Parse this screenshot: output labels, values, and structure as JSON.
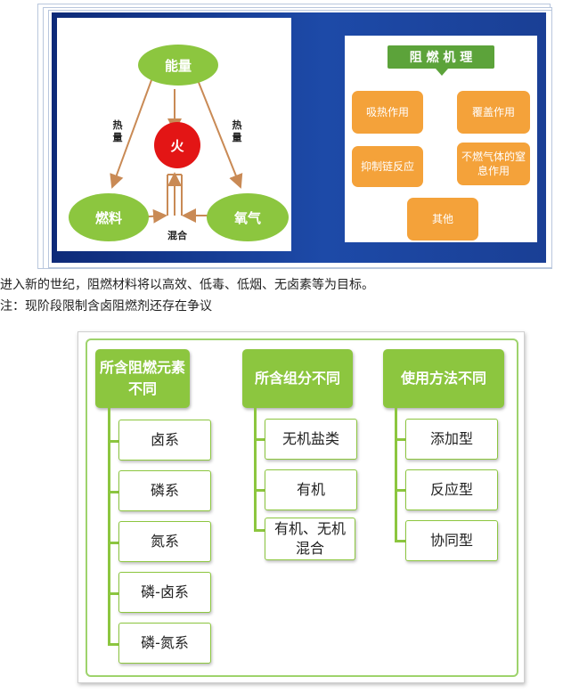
{
  "fire_triangle": {
    "energy": "能量",
    "fire": "火",
    "fuel": "燃料",
    "oxygen": "氧气",
    "heat_left": "热量",
    "heat_right": "热量",
    "mix": "混合"
  },
  "mechanism": {
    "title": "阻 燃 机 理",
    "items": [
      "吸热作用",
      "覆盖作用",
      "抑制链反应",
      "不燃气体的窒息作用",
      "其他"
    ]
  },
  "captions": [
    "进入新的世纪，阻燃材料将以高效、低毒、低烟、无卤素等为目标。",
    "注：现阶段限制含卤阻燃剂还存在争议"
  ],
  "classification": {
    "columns": [
      {
        "header": "所含阻燃元素不同",
        "items": [
          "卤系",
          "磷系",
          "氮系",
          "磷-卤系",
          "磷-氮系"
        ]
      },
      {
        "header": "所含组分不同",
        "items": [
          "无机盐类",
          "有机",
          "有机、无机混合"
        ]
      },
      {
        "header": "使用方法不同",
        "items": [
          "添加型",
          "反应型",
          "协同型"
        ]
      }
    ]
  },
  "colors": {
    "green": "#8cc63f",
    "orange": "#f4a23a",
    "red": "#e31515",
    "blue": "#1d4aa8"
  }
}
